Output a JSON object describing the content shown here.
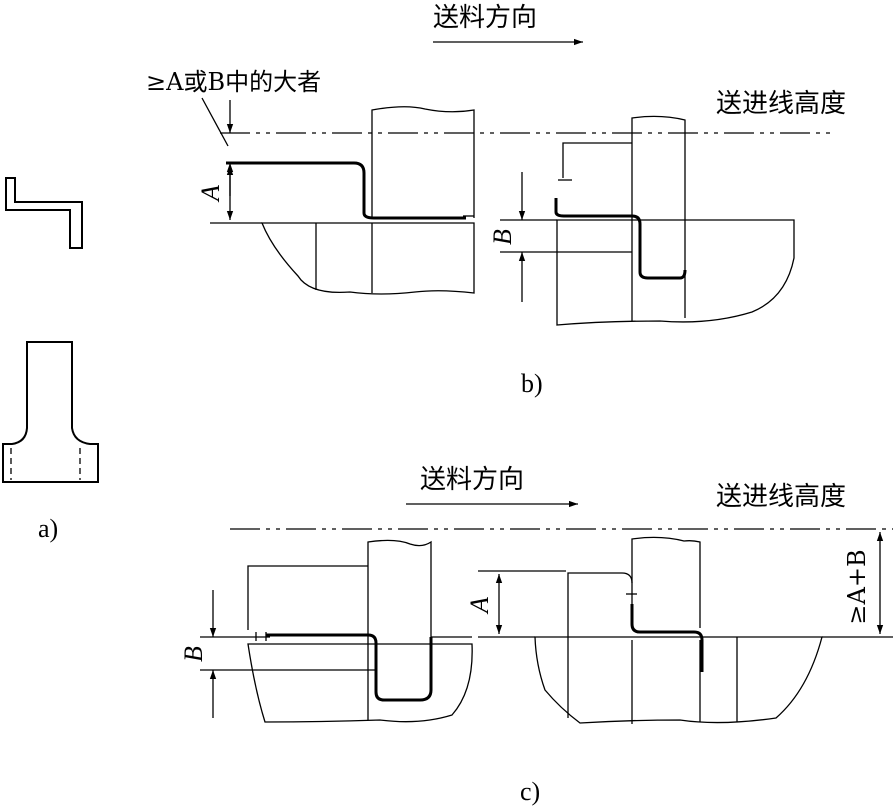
{
  "labels": {
    "feed_direction": "送料方向",
    "feed_line_height": "送进线高度",
    "max_note": "≥A或B中的大者",
    "sum_note": "≥A+B",
    "dim_a": "A",
    "dim_b": "B",
    "panel_a": "a)",
    "panel_b": "b)",
    "panel_c": "c)"
  }
}
